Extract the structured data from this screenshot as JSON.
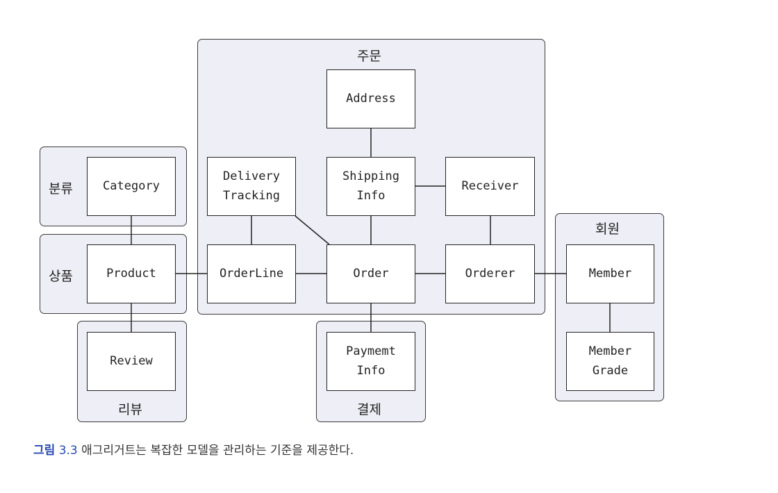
{
  "groups": {
    "order": "주문",
    "category": "분류",
    "product": "상품",
    "review": "리뷰",
    "payment": "결제",
    "member": "회원"
  },
  "nodes": {
    "address": "Address",
    "delivery_tracking": "Delivery\nTracking",
    "shipping_info": "Shipping\nInfo",
    "receiver": "Receiver",
    "category": "Category",
    "product": "Product",
    "order_line": "OrderLine",
    "order": "Order",
    "orderer": "Orderer",
    "member": "Member",
    "review": "Review",
    "payment_info": "Paymemt\nInfo",
    "member_grade": "Member\nGrade"
  },
  "caption": {
    "label": "그림",
    "number": "3.3",
    "text": "애그리거트는 복잡한 모델을 관리하는 기준을 제공한다."
  }
}
